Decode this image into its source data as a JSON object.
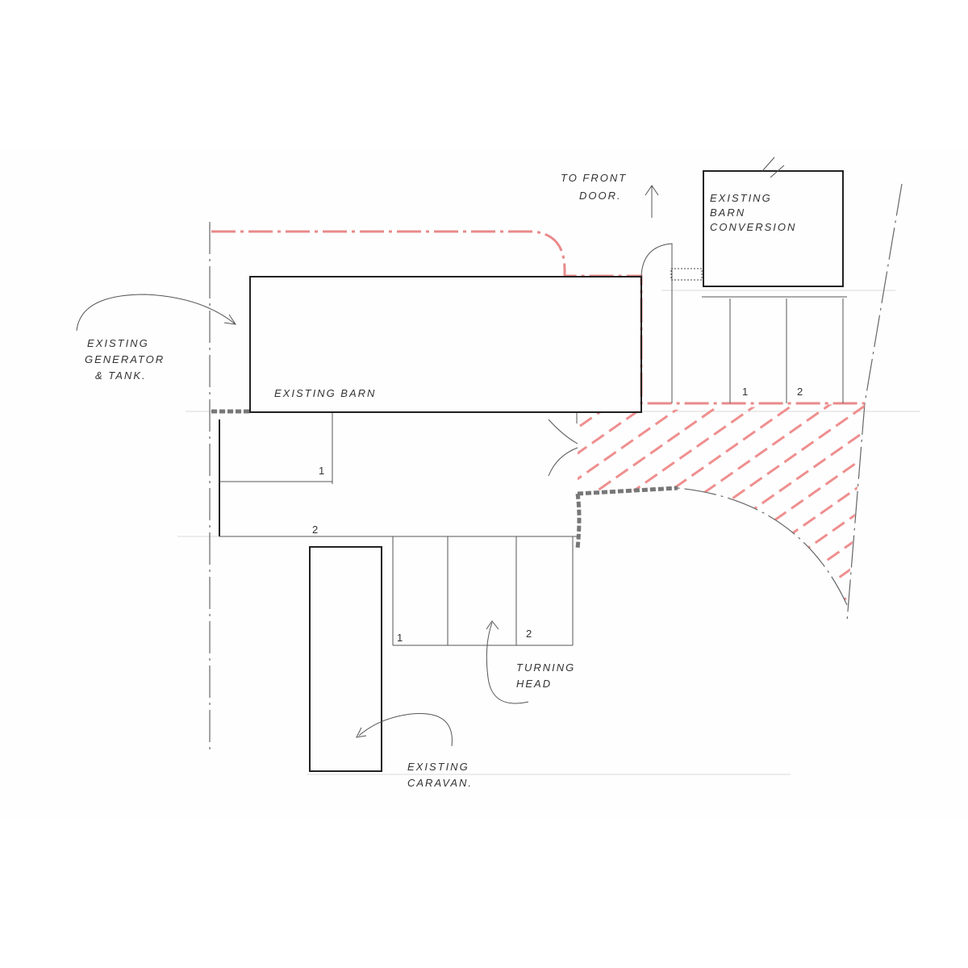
{
  "labels": {
    "to_front_door_1": "TO FRONT",
    "to_front_door_2": "DOOR.",
    "barn_conversion_1": "EXISTING",
    "barn_conversion_2": "BARN",
    "barn_conversion_3": "CONVERSION",
    "generator_1": "EXISTING",
    "generator_2": "GENERATOR",
    "generator_3": "& TANK.",
    "existing_barn": "EXISTING   BARN",
    "turning_head_1": "TURNING",
    "turning_head_2": "HEAD",
    "caravan_1": "EXISTING",
    "caravan_2": "CARAVAN."
  },
  "space_numbers": {
    "top_right_1": "1",
    "top_right_2": "2",
    "left_1": "1",
    "left_2": "2",
    "bottom_1": "1",
    "bottom_2": "2"
  },
  "colors": {
    "ink": "#222222",
    "red_boundary": "#e88a8a"
  }
}
